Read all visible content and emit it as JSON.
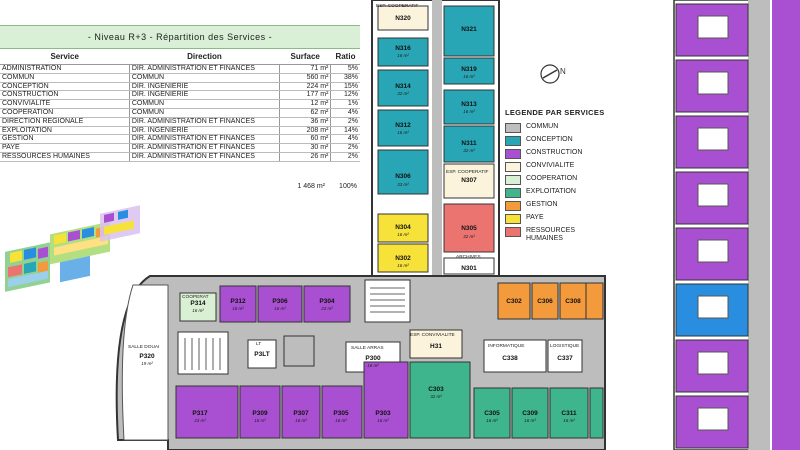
{
  "table": {
    "title": "- Niveau R+3 - Répartition des Services -",
    "headers": [
      "Service",
      "Direction",
      "Surface",
      "Ratio"
    ],
    "rows": [
      [
        "ADMINISTRATION",
        "DIR. ADMINISTRATION ET FINANCES",
        "71 m²",
        "5%"
      ],
      [
        "COMMUN",
        "COMMUN",
        "560 m²",
        "38%"
      ],
      [
        "CONCEPTION",
        "DIR. INGENIERIE",
        "224 m²",
        "15%"
      ],
      [
        "CONSTRUCTION",
        "DIR. INGENIERIE",
        "177 m²",
        "12%"
      ],
      [
        "CONVIVIALITE",
        "COMMUN",
        "12 m²",
        "1%"
      ],
      [
        "COOPERATION",
        "COMMUN",
        "62 m²",
        "4%"
      ],
      [
        "DIRECTION REGIONALE",
        "DIR. ADMINISTRATION ET FINANCES",
        "36 m²",
        "2%"
      ],
      [
        "EXPLOITATION",
        "DIR. INGENIERIE",
        "208 m²",
        "14%"
      ],
      [
        "GESTION",
        "DIR. ADMINISTRATION ET FINANCES",
        "60 m²",
        "4%"
      ],
      [
        "PAYE",
        "DIR. ADMINISTRATION ET FINANCES",
        "30 m²",
        "2%"
      ],
      [
        "RESSOURCES HUMAINES",
        "DIR. ADMINISTRATION ET FINANCES",
        "26 m²",
        "2%"
      ]
    ],
    "total_surface": "1 468 m²",
    "total_ratio": "100%"
  },
  "legend": {
    "title": "LEGENDE PAR SERVICES",
    "items": [
      {
        "label": "COMMUN",
        "color": "#bfbfbf"
      },
      {
        "label": "CONCEPTION",
        "color": "#29a6b5"
      },
      {
        "label": "CONSTRUCTION",
        "color": "#a94fd1"
      },
      {
        "label": "CONVIVIALITE",
        "color": "#fbf3dc"
      },
      {
        "label": "COOPERATION",
        "color": "#d9f0d5"
      },
      {
        "label": "EXPLOITATION",
        "color": "#3fb58e"
      },
      {
        "label": "GESTION",
        "color": "#f39a3c"
      },
      {
        "label": "PAYE",
        "color": "#f7e23a"
      },
      {
        "label": "RESSOURCES HUMAINES",
        "color": "#ec7470"
      }
    ]
  },
  "colors": {
    "commun": "#bfbfbf",
    "conception": "#29a6b5",
    "construction": "#a94fd1",
    "convivialite": "#fbf3dc",
    "cooperation": "#d9f0d5",
    "exploitation": "#3fb58e",
    "gestion": "#f39a3c",
    "paye": "#f7e23a",
    "rh": "#ec7470",
    "blue_office": "#2a8ee0"
  },
  "rooms": {
    "n320": "N320",
    "n321": "N321",
    "n316": "N316",
    "n319": "N319",
    "n314": "N314",
    "n313": "N313",
    "n312": "N312",
    "n311": "N311",
    "n306": "N306",
    "n307": "N307",
    "n304": "N304",
    "n305": "N305",
    "n302": "N302",
    "n301": "N301",
    "p314": "P314",
    "p312": "P312",
    "p306": "P306",
    "p304": "P304",
    "p320": "P320",
    "p3lt": "P3LT",
    "p300": "P300",
    "h31": "H31",
    "c302": "C302",
    "c306": "C306",
    "c308": "C308",
    "c338": "C338",
    "c337": "C337",
    "c303": "C303",
    "c305": "C305",
    "c309": "C309",
    "c311": "C311",
    "p317": "P317",
    "p309": "P309",
    "p307": "P307",
    "p305": "P305",
    "p303": "P303"
  },
  "labels": {
    "esp_coop_top": "ESP. COOPERATIF",
    "esp_coop_n307": "ESP. COOPERATIF",
    "archives": "ARCHIVES",
    "esp_convivialite": "ESP. CONVIVIALITE",
    "salle_arras": "SALLE ARRAS",
    "salle_douai": "SALLE DOUAI",
    "cooperat": "COOPERAT",
    "informatique": "INFORMATIQUE",
    "logistique": "LOGISTIQUE",
    "lt": "LT"
  },
  "areas": {
    "n316": "16 m²",
    "n319": "16 m²",
    "n314": "32 m²",
    "n313": "16 m²",
    "n312": "16 m²",
    "n311": "32 m²",
    "n306": "33 m²",
    "n304": "16 m²",
    "n305": "32 m²",
    "n302": "16 m²",
    "p314": "16 m²",
    "p312": "16 m²",
    "p306": "16 m²",
    "p304": "23 m²",
    "p300": "16 m²",
    "c303": "32 m²",
    "c305": "16 m²",
    "c309": "16 m²",
    "c311": "16 m²",
    "p317": "23 m²",
    "p309": "16 m²",
    "p307": "16 m²",
    "p305": "16 m²",
    "p303": "16 m²",
    "p320": "19 m²"
  }
}
